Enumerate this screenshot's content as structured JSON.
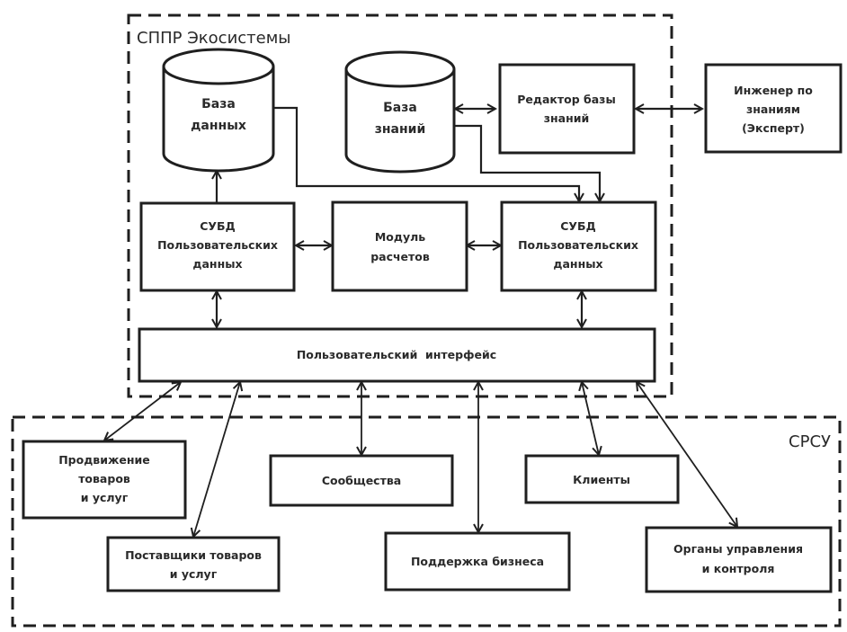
{
  "groups": {
    "dss": {
      "label": "СППР Экосистемы"
    },
    "srsu": {
      "label": "СРСУ"
    }
  },
  "nodes": {
    "database": {
      "lines": [
        "База",
        "данных"
      ],
      "shape": "cylinder"
    },
    "knowledge_base": {
      "lines": [
        "База",
        "знаний"
      ],
      "shape": "cylinder"
    },
    "kb_editor": {
      "lines": [
        "Редактор базы",
        "знаний"
      ]
    },
    "knowledge_engineer": {
      "lines": [
        "Инженер по",
        "знаниям",
        "(Эксперт)"
      ]
    },
    "dbms_left": {
      "lines": [
        "СУБД",
        "Пользовательских",
        "данных"
      ]
    },
    "calc_module": {
      "lines": [
        "Модуль",
        "расчетов"
      ]
    },
    "dbms_right": {
      "lines": [
        "СУБД",
        "Пользовательских",
        "данных"
      ]
    },
    "user_interface": {
      "lines": [
        "Пользовательский  интерфейс"
      ]
    },
    "promotion": {
      "lines": [
        "Продвижение",
        "товаров",
        "и услуг"
      ]
    },
    "suppliers": {
      "lines": [
        "Поставщики товаров",
        "и услуг"
      ]
    },
    "communities": {
      "lines": [
        "Сообщества"
      ]
    },
    "business_support": {
      "lines": [
        "Поддержка бизнеса"
      ]
    },
    "clients": {
      "lines": [
        "Клиенты"
      ]
    },
    "authorities": {
      "lines": [
        "Органы управления",
        "и контроля"
      ]
    }
  },
  "edges": [
    {
      "from": "knowledge_base",
      "to": "kb_editor",
      "type": "bidirectional"
    },
    {
      "from": "kb_editor",
      "to": "knowledge_engineer",
      "type": "bidirectional"
    },
    {
      "from": "dbms_left",
      "to": "database",
      "type": "directed"
    },
    {
      "from": "database",
      "to": "dbms_right",
      "type": "directed"
    },
    {
      "from": "knowledge_base",
      "to": "dbms_right",
      "type": "directed"
    },
    {
      "from": "dbms_left",
      "to": "calc_module",
      "type": "bidirectional"
    },
    {
      "from": "calc_module",
      "to": "dbms_right",
      "type": "bidirectional"
    },
    {
      "from": "dbms_left",
      "to": "user_interface",
      "type": "bidirectional"
    },
    {
      "from": "dbms_right",
      "to": "user_interface",
      "type": "bidirectional"
    },
    {
      "from": "user_interface",
      "to": "promotion",
      "type": "bidirectional"
    },
    {
      "from": "user_interface",
      "to": "suppliers",
      "type": "bidirectional"
    },
    {
      "from": "user_interface",
      "to": "communities",
      "type": "bidirectional"
    },
    {
      "from": "user_interface",
      "to": "business_support",
      "type": "bidirectional"
    },
    {
      "from": "user_interface",
      "to": "clients",
      "type": "bidirectional"
    },
    {
      "from": "user_interface",
      "to": "authorities",
      "type": "bidirectional"
    }
  ]
}
